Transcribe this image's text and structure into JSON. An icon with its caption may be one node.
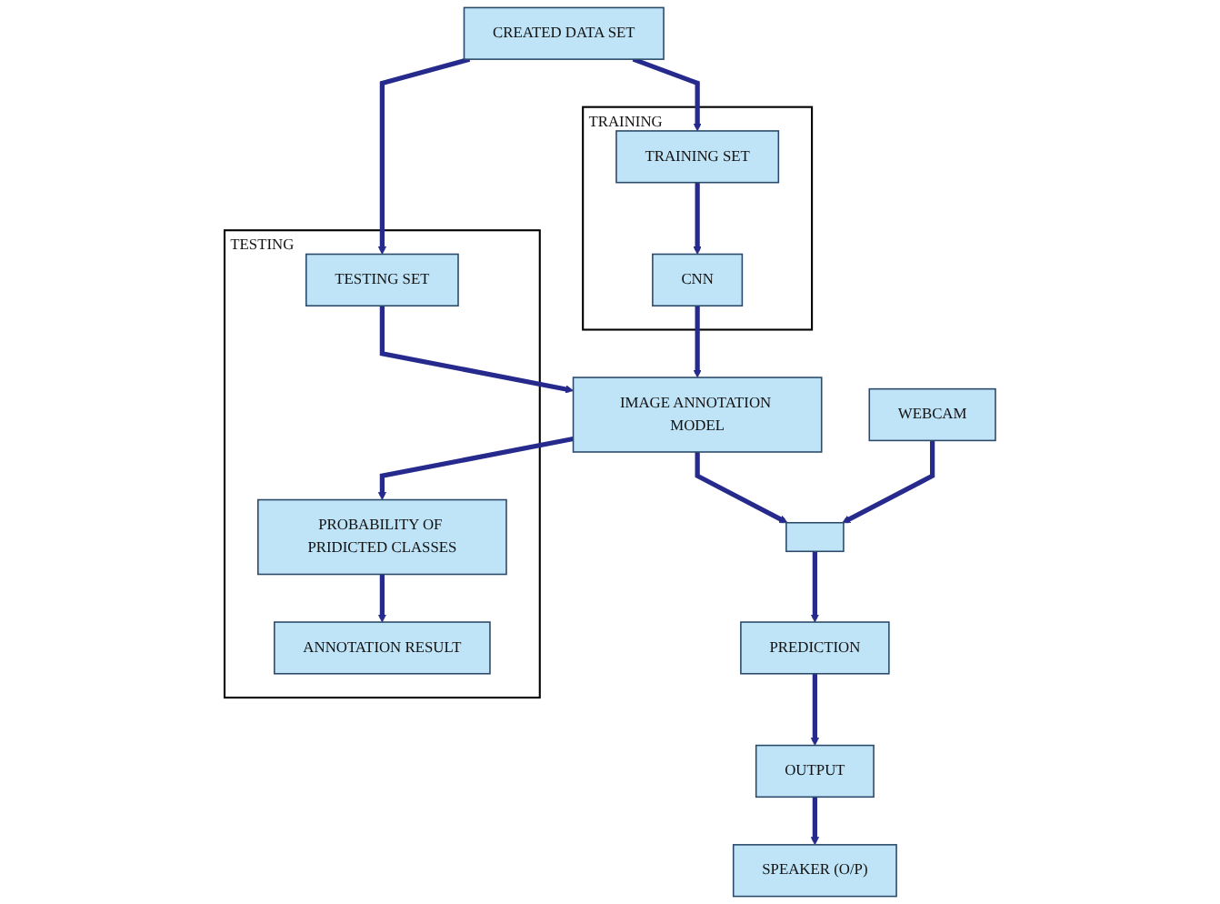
{
  "diagram": {
    "nodes": [
      {
        "text": [
          "CREATED DATA SET"
        ]
      },
      {
        "text": [
          "TESTING"
        ]
      },
      {
        "text": [
          "TESTING SET"
        ],
        "in": 1
      },
      {
        "text": [
          "TRAINING"
        ]
      },
      {
        "text": [
          "TRAINING SET"
        ],
        "in": 3
      },
      {
        "text": [
          "CNN"
        ],
        "in": 3
      },
      {
        "text": [
          "IMAGE ANNOTATION MODEL"
        ]
      },
      {
        "text": [
          "PROBABILITY OF PRIDICTED CLASSES"
        ],
        "in": 1
      },
      {
        "text": [
          "ANNOTATION RESULT"
        ],
        "in": 1
      },
      {
        "text": [
          "WEBCAM"
        ]
      },
      {
        "text": [],
        "shape": "box"
      },
      {
        "text": [
          "PREDICTION"
        ]
      },
      {
        "text": [
          "OUTPUT"
        ]
      },
      {
        "text": [
          "SPEAKER (O/P)"
        ]
      }
    ],
    "edges": [
      {
        "from": 0,
        "to": 2,
        "arrow": "to"
      },
      {
        "from": 0,
        "to": 4,
        "arrow": "to"
      },
      {
        "from": 2,
        "to": 6,
        "arrow": "to"
      },
      {
        "from": 4,
        "to": 5,
        "arrow": "to"
      },
      {
        "from": 5,
        "to": 6,
        "arrow": "to"
      },
      {
        "from": 6,
        "to": 7,
        "arrow": "to"
      },
      {
        "from": 7,
        "to": 8,
        "arrow": "to"
      },
      {
        "from": 6,
        "to": 10,
        "arrow": "to"
      },
      {
        "from": 9,
        "to": 10,
        "arrow": "to"
      },
      {
        "from": 10,
        "to": 11,
        "arrow": "to"
      },
      {
        "from": 11,
        "to": 12,
        "arrow": "to"
      },
      {
        "from": 12,
        "to": 13,
        "arrow": "to"
      }
    ]
  }
}
